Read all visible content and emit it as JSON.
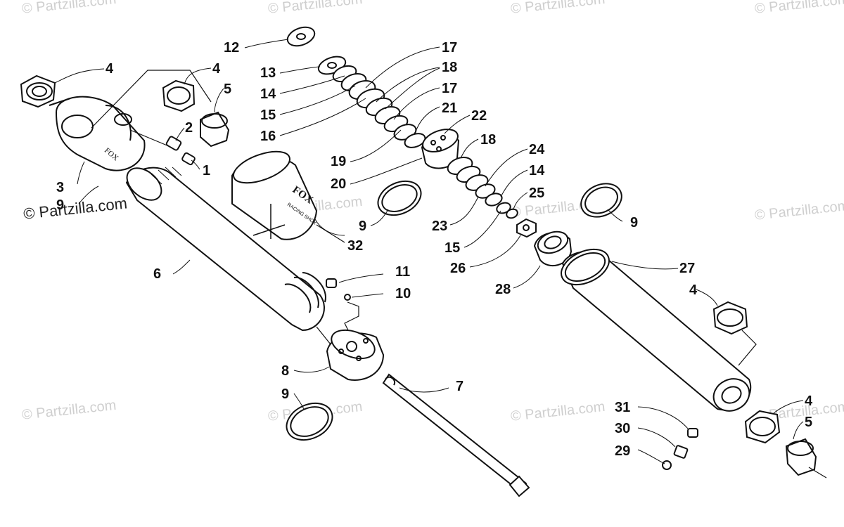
{
  "watermark": "© Partzilla.com",
  "brand": "FOX",
  "brand_sub": "RACING SHOX",
  "callouts": {
    "c1": "1",
    "c2": "2",
    "c3": "3",
    "c4a": "4",
    "c4b": "4",
    "c4c": "4",
    "c4d": "4",
    "c5a": "5",
    "c5b": "5",
    "c6": "6",
    "c7": "7",
    "c8": "8",
    "c9a": "9",
    "c9b": "9",
    "c9c": "9",
    "c9d": "9",
    "c10": "10",
    "c11": "11",
    "c12": "12",
    "c13": "13",
    "c14a": "14",
    "c14b": "14",
    "c15a": "15",
    "c15b": "15",
    "c16": "16",
    "c17a": "17",
    "c17b": "17",
    "c18a": "18",
    "c18b": "18",
    "c19": "19",
    "c20": "20",
    "c21": "21",
    "c22": "22",
    "c23": "23",
    "c24": "24",
    "c25": "25",
    "c26": "26",
    "c27": "27",
    "c28": "28",
    "c29": "29",
    "c30": "30",
    "c31": "31",
    "c32": "32"
  }
}
